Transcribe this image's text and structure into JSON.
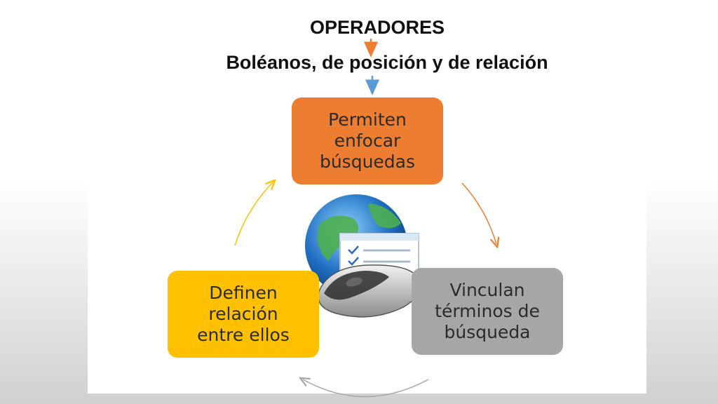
{
  "header": {
    "title": "OPERADORES",
    "subtitle": "Boléanos, de posición y de relación"
  },
  "cycle": {
    "steps": [
      {
        "label": "Permiten enfocar búsquedas",
        "lines": "Permiten\nenfocar\nbúsquedas",
        "color": "#ed7d31"
      },
      {
        "label": "Vinculan términos de búsqueda",
        "lines": "Vinculan\ntérminos de\nbúsqueda",
        "color": "#a6a6a6"
      },
      {
        "label": "Definen relación entre ellos",
        "lines": "Definen\nrelación\nentre ellos",
        "color": "#ffc000"
      }
    ]
  },
  "center_image": {
    "icon": "globe-checklist-mouse-icon"
  },
  "colors": {
    "arrow_orange": "#ed7d31",
    "arrow_blue": "#5b9bd5",
    "arrow_gray": "#a6a6a6",
    "arrow_yellow": "#ffc000"
  }
}
